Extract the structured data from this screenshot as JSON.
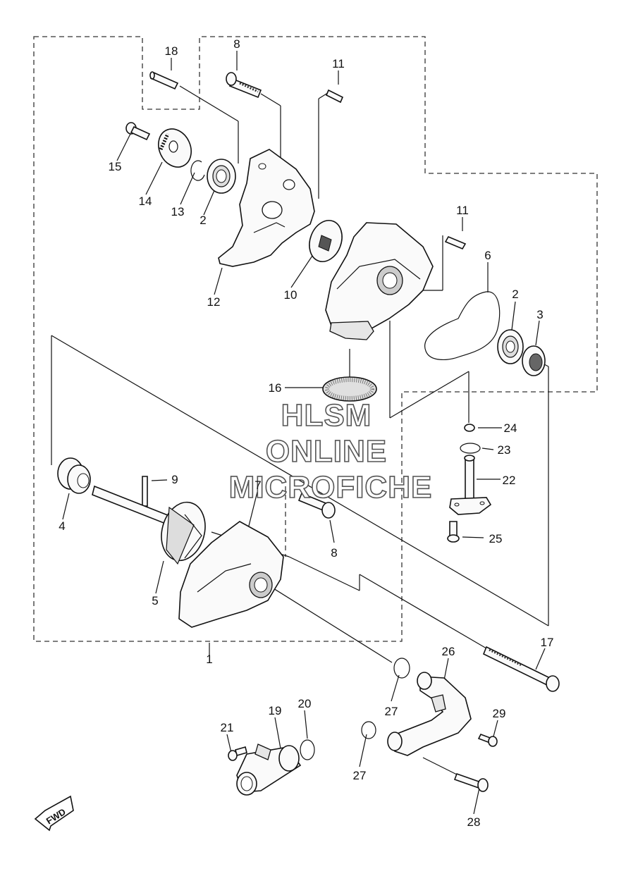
{
  "watermark": {
    "line1": "HLSM",
    "line2": "ONLINE",
    "line3": "MICROFICHE"
  },
  "direction_badge": "FWD",
  "callouts": [
    {
      "id": "c1",
      "text": "1"
    },
    {
      "id": "c2a",
      "text": "2"
    },
    {
      "id": "c2b",
      "text": "2"
    },
    {
      "id": "c3",
      "text": "3"
    },
    {
      "id": "c4",
      "text": "4"
    },
    {
      "id": "c5",
      "text": "5"
    },
    {
      "id": "c6",
      "text": "6"
    },
    {
      "id": "c7",
      "text": "7"
    },
    {
      "id": "c8a",
      "text": "8"
    },
    {
      "id": "c8b",
      "text": "8"
    },
    {
      "id": "c9",
      "text": "9"
    },
    {
      "id": "c10",
      "text": "10"
    },
    {
      "id": "c11a",
      "text": "11"
    },
    {
      "id": "c11b",
      "text": "11"
    },
    {
      "id": "c12",
      "text": "12"
    },
    {
      "id": "c13",
      "text": "13"
    },
    {
      "id": "c14",
      "text": "14"
    },
    {
      "id": "c15",
      "text": "15"
    },
    {
      "id": "c16",
      "text": "16"
    },
    {
      "id": "c17",
      "text": "17"
    },
    {
      "id": "c18",
      "text": "18"
    },
    {
      "id": "c19",
      "text": "19"
    },
    {
      "id": "c20",
      "text": "20"
    },
    {
      "id": "c21",
      "text": "21"
    },
    {
      "id": "c22",
      "text": "22"
    },
    {
      "id": "c23",
      "text": "23"
    },
    {
      "id": "c24",
      "text": "24"
    },
    {
      "id": "c25",
      "text": "25"
    },
    {
      "id": "c26",
      "text": "26"
    },
    {
      "id": "c27a",
      "text": "27"
    },
    {
      "id": "c27b",
      "text": "27"
    },
    {
      "id": "c28",
      "text": "28"
    },
    {
      "id": "c29",
      "text": "29"
    }
  ]
}
